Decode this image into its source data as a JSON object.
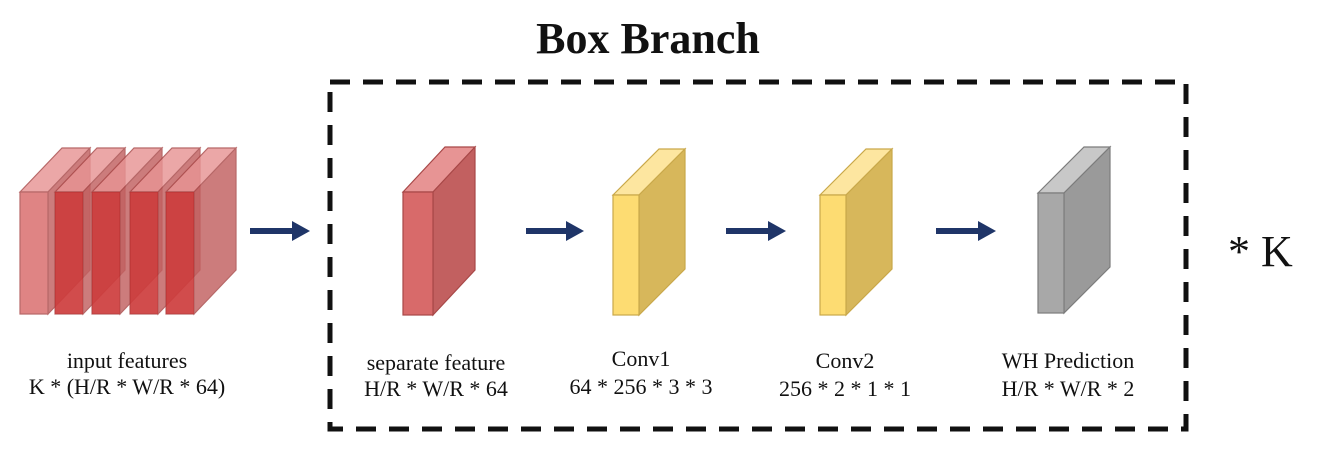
{
  "title": "Box Branch",
  "multiplier": "* K",
  "nodes": [
    {
      "id": "input",
      "name": "input features",
      "shape": "K * (H/R * W/R * 64)",
      "color": "red",
      "stacked": true
    },
    {
      "id": "separate",
      "name": "separate feature",
      "shape": "H/R * W/R * 64",
      "color": "red"
    },
    {
      "id": "conv1",
      "name": "Conv1",
      "shape": "64 * 256 * 3 * 3",
      "color": "yellow"
    },
    {
      "id": "conv2",
      "name": "Conv2",
      "shape": "256 * 2 * 1 * 1",
      "color": "yellow"
    },
    {
      "id": "wh",
      "name": "WH Prediction",
      "shape": "H/R * W/R * 2",
      "color": "gray"
    }
  ],
  "edges": [
    {
      "from": "input",
      "to": "separate"
    },
    {
      "from": "separate",
      "to": "conv1"
    },
    {
      "from": "conv1",
      "to": "conv2"
    },
    {
      "from": "conv2",
      "to": "wh"
    }
  ],
  "colors": {
    "red": {
      "front": "#d86a6a",
      "side": "#c26060",
      "top": "#e79494",
      "stroke": "#a84848"
    },
    "red_dark": {
      "front": "#c41f1f",
      "side": "#b81c1c",
      "top": "#d84a4a"
    },
    "yellow": {
      "front": "#fddc72",
      "side": "#d7b75b",
      "top": "#fde6a0",
      "stroke": "#c9a84a"
    },
    "gray": {
      "front": "#a8a8a8",
      "side": "#9a9a9a",
      "top": "#c8c8c8",
      "stroke": "#7c7c7c"
    },
    "arrow": "#1f3568",
    "border": "#111111"
  }
}
